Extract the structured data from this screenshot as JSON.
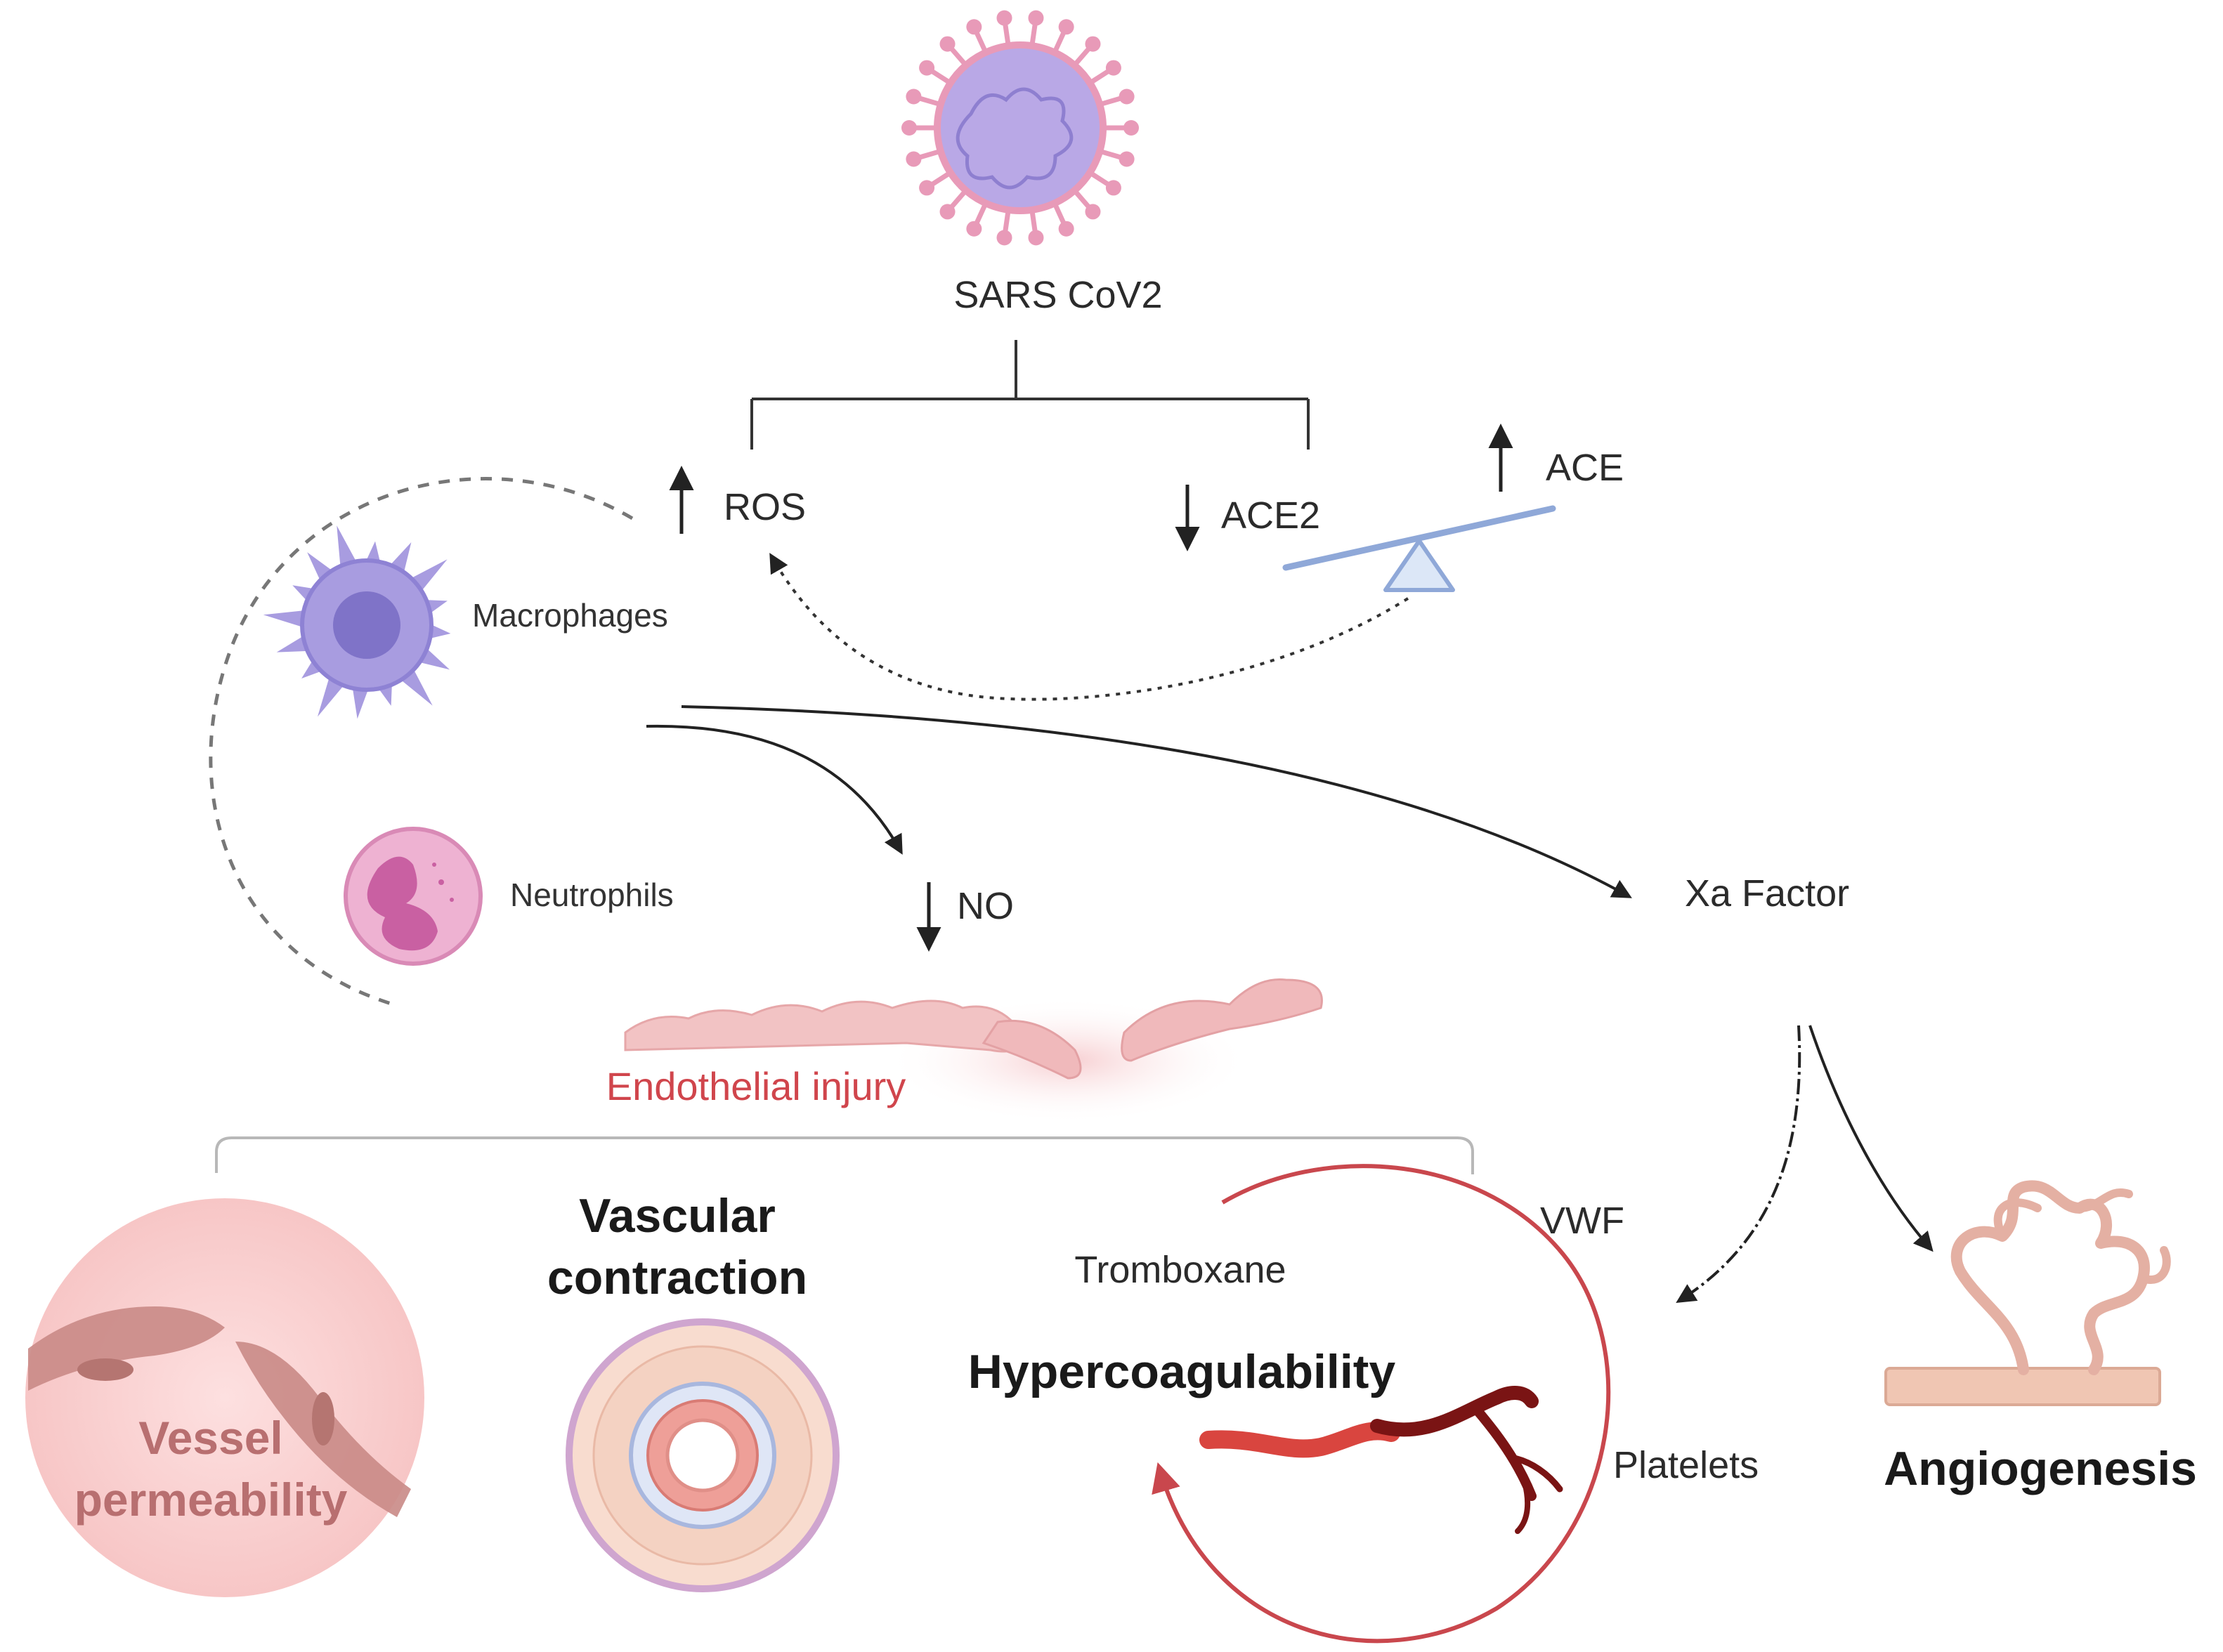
{
  "virus_label": "SARS CoV2",
  "nodes": {
    "ros": "ROS",
    "ace2": "ACE2",
    "ace": "ACE",
    "macrophages": "Macrophages",
    "neutrophils": "Neutrophils",
    "no": "NO",
    "xa_factor": "Xa Factor",
    "endothelial_injury": "Endothelial injury"
  },
  "outcomes": {
    "vessel_permeability": [
      "Vessel",
      "permeability"
    ],
    "vascular_contraction": [
      "Vascular",
      "contraction"
    ],
    "hypercoagulability": "Hypercoagulability",
    "tromboxane": "Tromboxane",
    "vwf": "VWF",
    "platelets": "Platelets",
    "angiogenesis": "Angiogenesis"
  },
  "colors": {
    "virus_body": "#b9a8e6",
    "virus_spike": "#e89ab8",
    "macrophage": "#9e92dc",
    "neutrophil": "#e59ac6",
    "injury_text": "#d0454c",
    "circle_stroke": "#c9474d",
    "seesaw": "#8fa8d8"
  }
}
